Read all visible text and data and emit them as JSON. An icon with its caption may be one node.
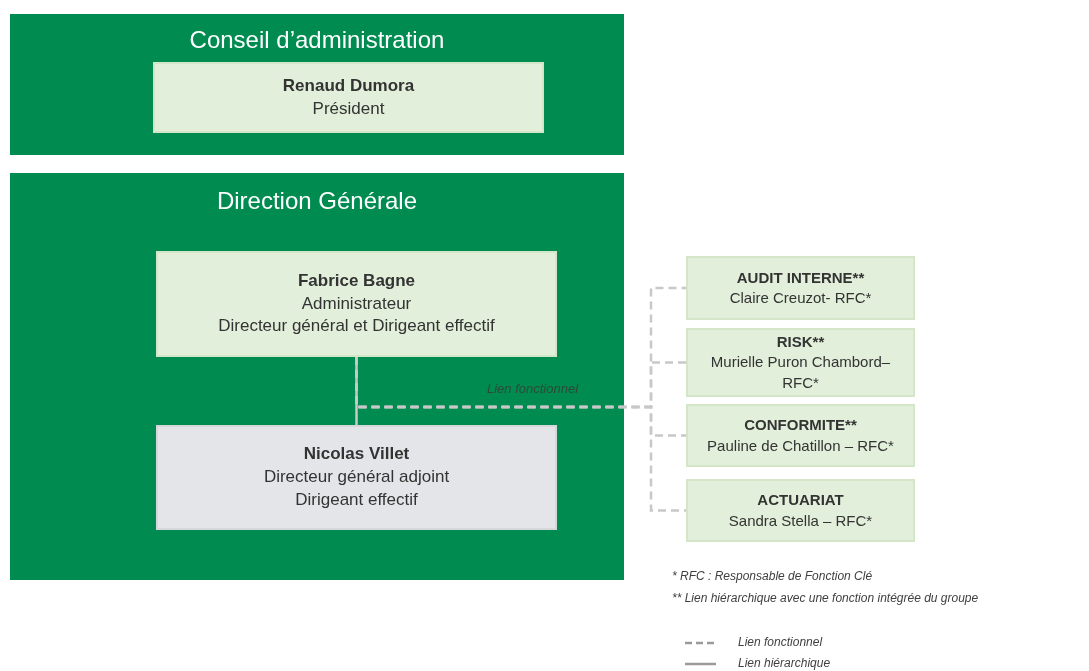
{
  "diagram": {
    "nodes": [
      {
        "text": [
          "Conseil d’administration"
        ]
      },
      {
        "text": [
          "Renaud Dumora",
          "Président"
        ],
        "in": 0
      },
      {
        "text": [
          "Direction Générale"
        ]
      },
      {
        "text": [
          "Fabrice Bagne",
          "Administrateur",
          "Directeur général et Dirigeant effectif"
        ],
        "in": 2
      },
      {
        "text": [
          "Nicolas Villet",
          "Directeur général adjoint",
          "Dirigeant effectif"
        ],
        "in": 2
      },
      {
        "text": [
          "AUDIT INTERNE**",
          "Claire Creuzot- RFC*"
        ]
      },
      {
        "text": [
          "RISK**",
          "Murielle Puron Chambord– RFC*"
        ]
      },
      {
        "text": [
          "CONFORMITE**",
          "Pauline de Chatillon – RFC*"
        ]
      },
      {
        "text": [
          "ACTUARIAT",
          "Sandra Stella – RFC*"
        ]
      }
    ],
    "edges": [
      {
        "from": 3,
        "to": 4,
        "arrow": "none"
      },
      {
        "from": 3,
        "to": 5,
        "arrow": "none",
        "style": "dashed",
        "color": "#c8c8c8",
        "label": "Lien fonctionnel"
      },
      {
        "from": 3,
        "to": 6,
        "arrow": "none",
        "style": "dashed",
        "color": "#c8c8c8"
      },
      {
        "from": 3,
        "to": 7,
        "arrow": "none",
        "style": "dashed",
        "color": "#c8c8c8"
      },
      {
        "from": 3,
        "to": 8,
        "arrow": "none",
        "style": "dashed",
        "color": "#c8c8c8"
      }
    ],
    "labels": [
      "* RFC : Responsable de Fonction Clé",
      "** Lien hiérarchique avec une fonction intégrée du groupe"
    ],
    "legend": [
      {
        "text": "Lien fonctionnel"
      },
      {
        "text": "Lien hiérarchique"
      }
    ]
  }
}
